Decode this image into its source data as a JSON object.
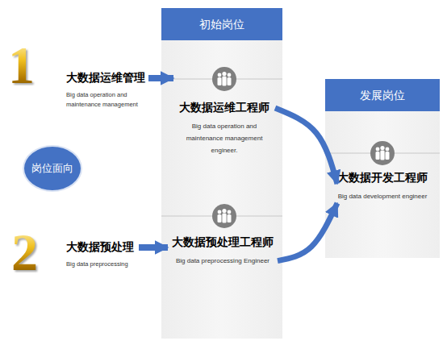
{
  "diagram": {
    "nodes": [
      {
        "text": [
          "初始岗位"
        ]
      },
      {
        "text": [
          "大数据运维工程师",
          "Big data operation and maintenance management engineer."
        ],
        "in": 0
      },
      {
        "text": [
          "大数据预处理工程师",
          "Big data preprocessing Engineer"
        ],
        "in": 0
      },
      {
        "text": [
          "发展岗位"
        ]
      },
      {
        "text": [
          "大数据开发工程师",
          "Big data development engineer"
        ],
        "in": 3
      },
      {
        "text": [
          "岗位面向"
        ]
      },
      {
        "text": [
          "大数据运维管理",
          "Big data operation and maintenance management"
        ]
      },
      {
        "text": [
          "大数据预处理",
          "Big data preprocessing"
        ]
      }
    ],
    "edges": [
      {
        "from": 6,
        "to": 1,
        "arrow": "to"
      },
      {
        "from": 7,
        "to": 2,
        "arrow": "to"
      },
      {
        "from": 1,
        "to": 4,
        "arrow": "to"
      },
      {
        "from": 2,
        "to": 4,
        "arrow": "to"
      }
    ],
    "labels": [
      "1",
      "2"
    ]
  }
}
